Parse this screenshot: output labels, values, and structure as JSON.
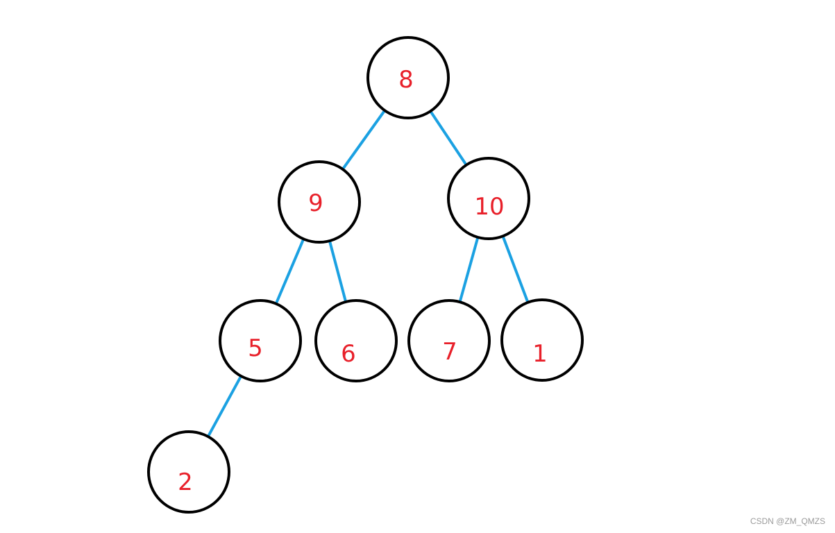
{
  "diagram": {
    "type": "binary-tree",
    "colors": {
      "edge": "#1ba1e2",
      "node_outline": "#000000",
      "node_label": "#e8202a"
    },
    "nodes": [
      {
        "id": "n8",
        "label": "8"
      },
      {
        "id": "n9",
        "label": "9"
      },
      {
        "id": "n10",
        "label": "10"
      },
      {
        "id": "n5",
        "label": "5"
      },
      {
        "id": "n6",
        "label": "6"
      },
      {
        "id": "n7",
        "label": "7"
      },
      {
        "id": "n1",
        "label": "1"
      },
      {
        "id": "n2",
        "label": "2"
      }
    ],
    "edges": [
      {
        "from": "n8",
        "to": "n9"
      },
      {
        "from": "n8",
        "to": "n10"
      },
      {
        "from": "n9",
        "to": "n5"
      },
      {
        "from": "n9",
        "to": "n6"
      },
      {
        "from": "n10",
        "to": "n7"
      },
      {
        "from": "n10",
        "to": "n1"
      },
      {
        "from": "n5",
        "to": "n2"
      }
    ]
  },
  "watermark": "CSDN @ZM_QMZS"
}
